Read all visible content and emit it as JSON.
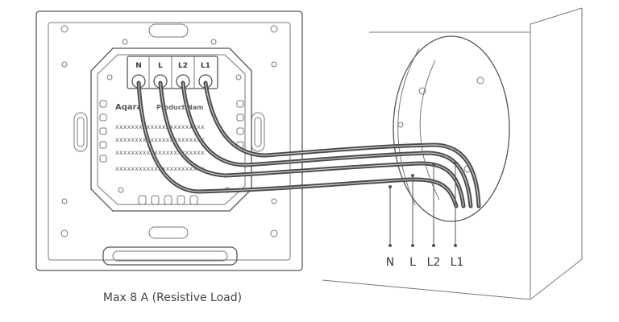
{
  "terminals": [
    "N",
    "L",
    "L2",
    "L1"
  ],
  "wire_labels": [
    "N",
    "L",
    "L2",
    "L1"
  ],
  "label_brand": "Aqara",
  "label_product": "Product Nam",
  "label_serials": [
    "xxxxxxxxxxxxxxxxxxxxxxx",
    "xxxxxxxxxxxxxxxxxxxxxxx",
    "xxxxxxxxxxxxxxxxxxxxxxx",
    "xxxxxxxxxxxxxxxxxxxxxxx"
  ],
  "caption": "Max 8 A (Resistive Load)",
  "colors": {
    "wire": "#4a4a4a",
    "line": "#555555",
    "text": "#3a3a3a"
  }
}
